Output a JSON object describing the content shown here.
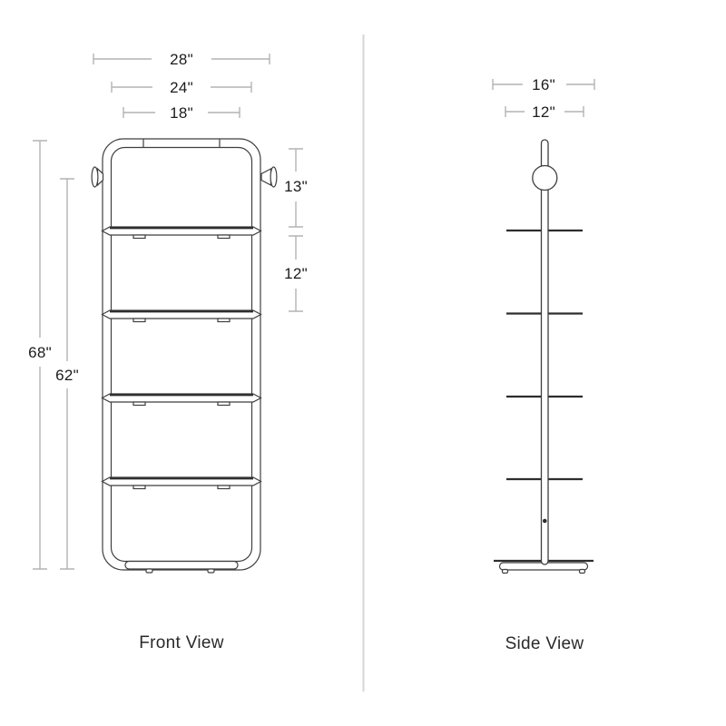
{
  "colors": {
    "background": "#ffffff",
    "drawing_line": "#3f3f3f",
    "shelf_edge_line": "#2d2d2d",
    "dimension_line": "#b3b3b3",
    "dimension_text": "#1c1c1c",
    "divider": "#d6d6d6"
  },
  "front_view": {
    "label": "Front View",
    "dimensions": {
      "overall_width": "28\"",
      "frame_width": "24\"",
      "shelf_width": "18\"",
      "overall_height": "68\"",
      "mount_height": "62\"",
      "top_shelf_gap": "13\"",
      "shelf_spacing": "12\""
    }
  },
  "side_view": {
    "label": "Side View",
    "dimensions": {
      "overall_depth": "16\"",
      "shelf_depth": "12\""
    }
  }
}
